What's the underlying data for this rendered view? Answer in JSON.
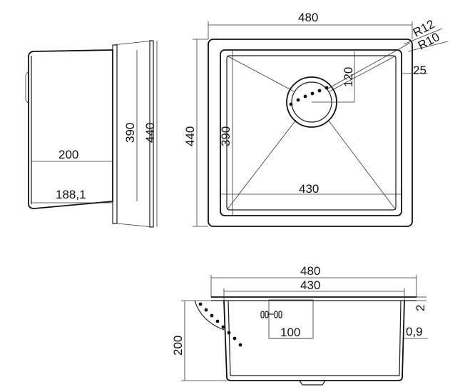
{
  "side_view": {
    "dim_depth_inner": "200",
    "dim_depth_outer": "188,1",
    "dim_height_inner": "390",
    "dim_height_outer": "440"
  },
  "top_view": {
    "dim_width_outer": "480",
    "dim_width_inner": "430",
    "dim_height_outer": "440",
    "dim_height_inner": "390",
    "dim_drain_offset": "120",
    "dim_corner_outer_radius": "R12",
    "dim_corner_inner_radius": "R10",
    "dim_flange": "25"
  },
  "front_view": {
    "dim_width_outer": "480",
    "dim_width_inner": "430",
    "dim_depth": "200",
    "dim_overflow": "100",
    "dim_rim": "2",
    "dim_thickness": "0,9"
  }
}
